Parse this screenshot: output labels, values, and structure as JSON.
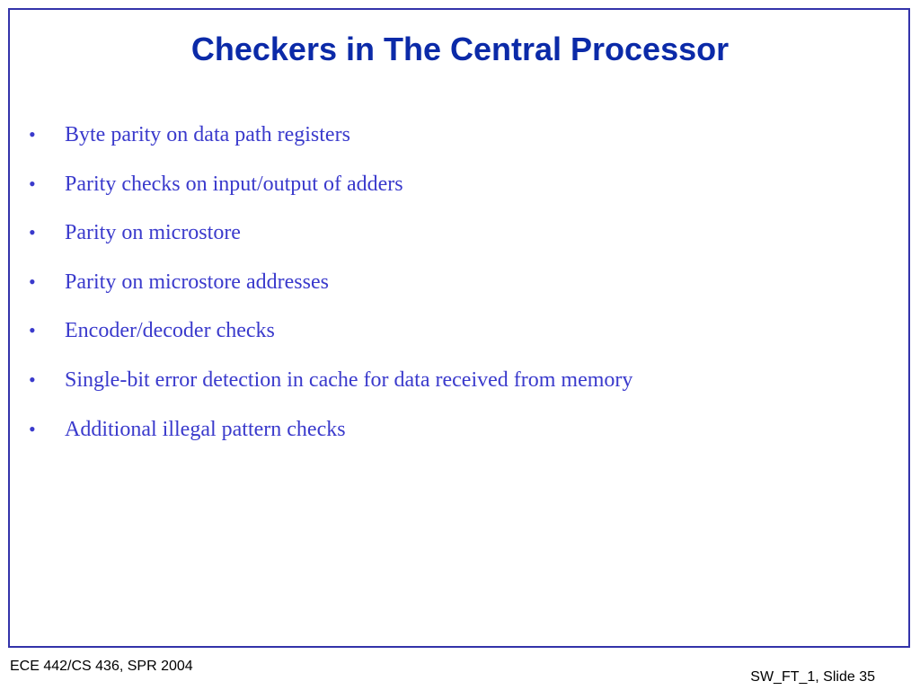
{
  "slide": {
    "title": "Checkers in The Central Processor",
    "bullets": [
      "Byte parity on data path registers",
      "Parity checks on input/output of adders",
      "Parity on microstore",
      "Parity on microstore addresses",
      "Encoder/decoder checks",
      "Single-bit error detection in cache for data received from memory",
      "Additional illegal pattern checks"
    ],
    "bullet_symbol": "•",
    "footer_left": "ECE 442/CS 436, SPR 2004",
    "footer_right": "SW_FT_1, Slide 35"
  },
  "colors": {
    "title": "#0b2aa8",
    "body_text": "#3a3acc",
    "frame_border": "#3333aa",
    "footer_text": "#000000",
    "background": "#ffffff"
  }
}
